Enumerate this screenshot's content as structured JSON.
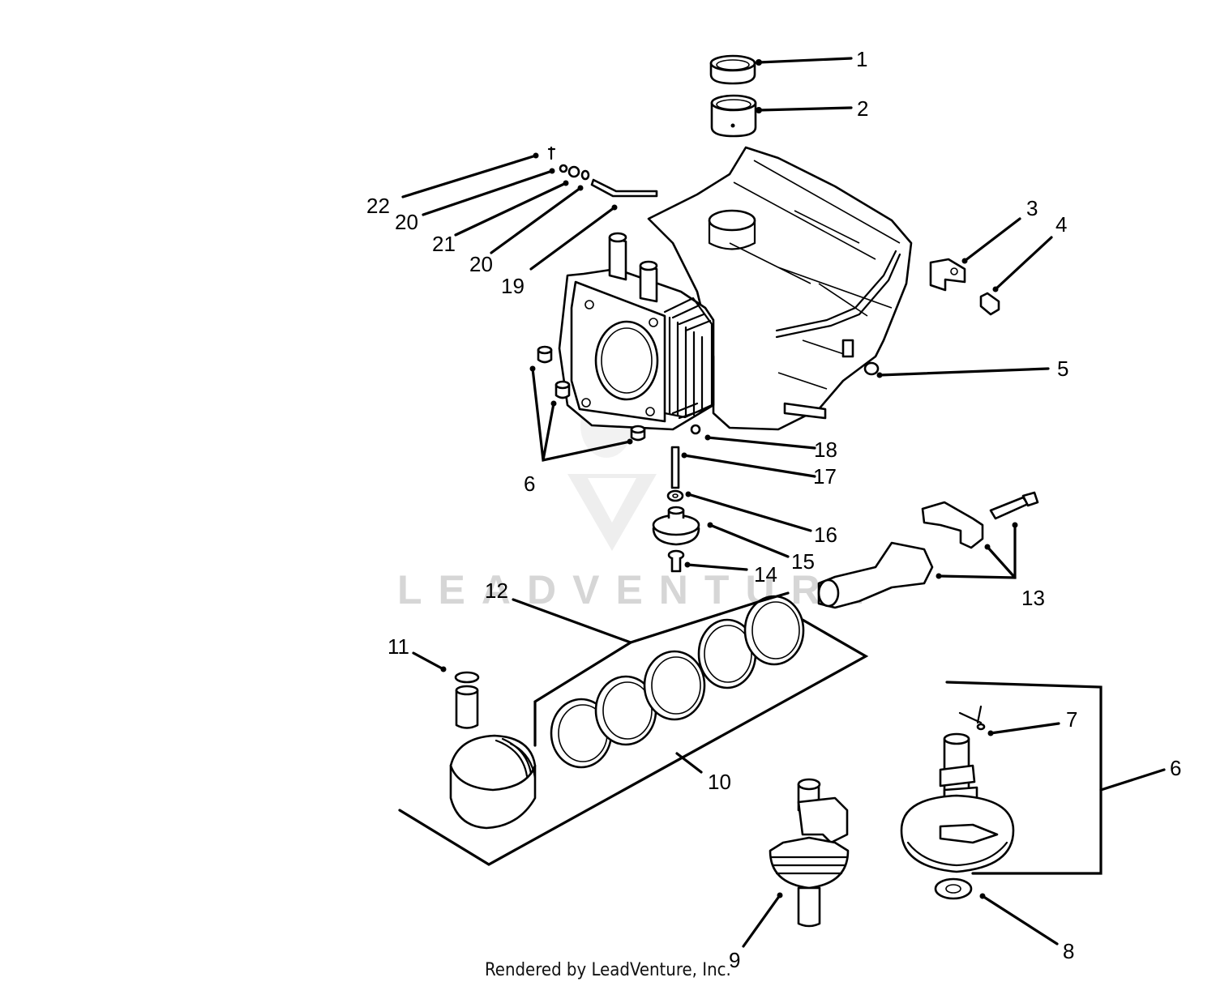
{
  "watermark": "LEADVENTURE",
  "credit": "Rendered by LeadVenture, Inc.",
  "callouts": [
    "1",
    "2",
    "3",
    "4",
    "5",
    "6",
    "7",
    "8",
    "9",
    "10",
    "11",
    "12",
    "13",
    "14",
    "15",
    "16",
    "17",
    "18",
    "19",
    "20",
    "21",
    "22"
  ]
}
